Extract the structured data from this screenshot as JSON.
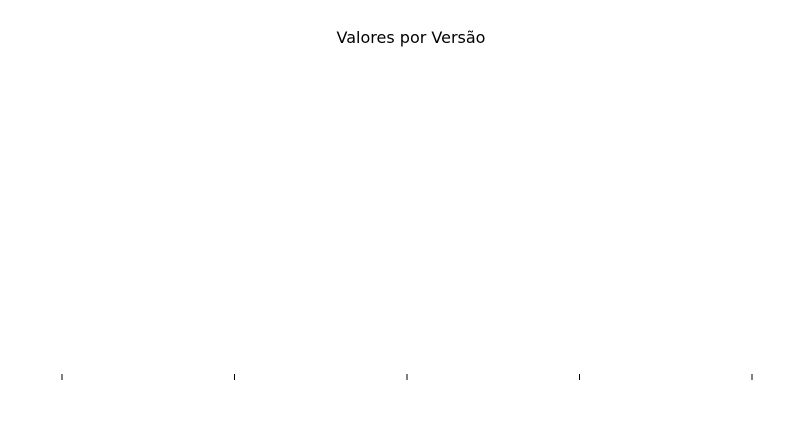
{
  "chart_data": {
    "type": "bar",
    "title": "Valores por Versão",
    "xlabel": "",
    "ylabel": "",
    "categories": [
      "",
      "",
      "",
      "",
      ""
    ],
    "values": [],
    "grid": false,
    "legend": "none",
    "colors": {
      "background": "#ffffff",
      "text": "#000000",
      "ticks": "#000000"
    }
  }
}
